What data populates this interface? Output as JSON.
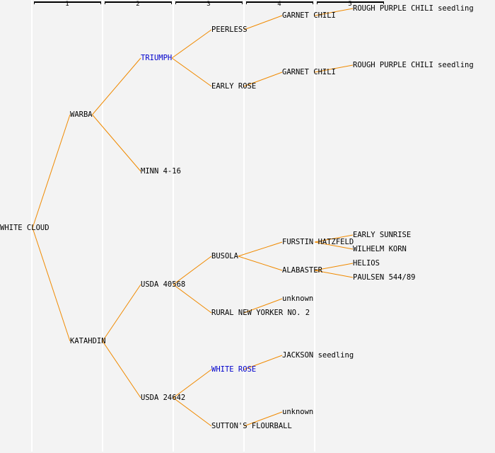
{
  "generations": [
    "1",
    "2",
    "3",
    "4",
    "5"
  ],
  "colors": {
    "line": "#f08a00",
    "highlight": "#0000cc",
    "text": "#000000",
    "background": "#f3f3f3"
  },
  "tree": {
    "name": "WHITE CLOUD",
    "parents": [
      {
        "name": "WARBA",
        "parents": [
          {
            "name": "TRIUMPH",
            "highlight": true,
            "parents": [
              {
                "name": "PEERLESS",
                "parents": [
                  {
                    "name": "GARNET CHILI",
                    "parents": [
                      {
                        "name": "ROUGH PURPLE CHILI seedling"
                      }
                    ]
                  }
                ]
              },
              {
                "name": "EARLY ROSE",
                "parents": [
                  {
                    "name": "GARNET CHILI",
                    "parents": [
                      {
                        "name": "ROUGH PURPLE CHILI seedling"
                      }
                    ]
                  }
                ]
              }
            ]
          },
          {
            "name": "MINN 4-16"
          }
        ]
      },
      {
        "name": "KATAHDIN",
        "parents": [
          {
            "name": "USDA 40568",
            "parents": [
              {
                "name": "BUSOLA",
                "parents": [
                  {
                    "name": "FURSTIN HATZFELD",
                    "parents": [
                      {
                        "name": "EARLY SUNRISE"
                      },
                      {
                        "name": "WILHELM KORN"
                      }
                    ]
                  },
                  {
                    "name": "ALABASTER",
                    "parents": [
                      {
                        "name": "HELIOS"
                      },
                      {
                        "name": "PAULSEN 544/89"
                      }
                    ]
                  }
                ]
              },
              {
                "name": "RURAL NEW YORKER NO. 2",
                "parents": [
                  {
                    "name": "unknown"
                  }
                ]
              }
            ]
          },
          {
            "name": "USDA 24642",
            "parents": [
              {
                "name": "WHITE ROSE",
                "highlight": true,
                "parents": [
                  {
                    "name": "JACKSON seedling"
                  }
                ]
              },
              {
                "name": "SUTTON'S FLOURBALL",
                "parents": [
                  {
                    "name": "unknown"
                  }
                ]
              }
            ]
          }
        ]
      }
    ]
  }
}
